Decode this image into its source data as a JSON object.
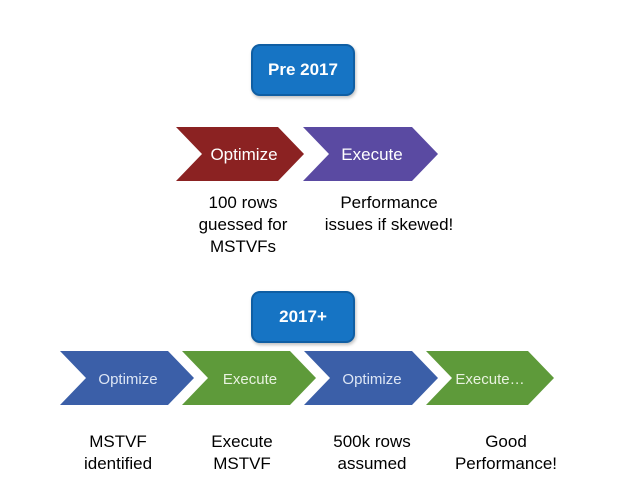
{
  "pre": {
    "badge": "Pre 2017",
    "steps": [
      {
        "label": "Optimize",
        "color": "#8b2222"
      },
      {
        "label": "Execute",
        "color": "#5a4aa2"
      }
    ],
    "captions": [
      "100 rows\nguessed for\nMSTVFs",
      "Performance\nissues if skewed!"
    ]
  },
  "post": {
    "badge": "2017+",
    "steps": [
      {
        "label": "Optimize",
        "color": "#3b5fa8"
      },
      {
        "label": "Execute",
        "color": "#5e9a3a"
      },
      {
        "label": "Optimize",
        "color": "#3b5fa8"
      },
      {
        "label": "Execute…",
        "color": "#5e9a3a"
      }
    ],
    "captions": [
      "MSTVF\nidentified",
      "Execute\nMSTVF",
      "500k rows\nassumed",
      "Good\nPerformance!"
    ]
  }
}
